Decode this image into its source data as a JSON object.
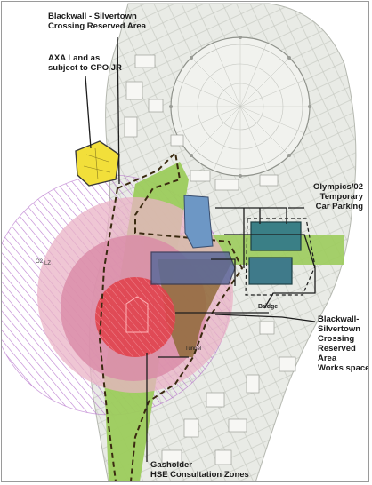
{
  "labels": {
    "crossing_reserved": [
      "Blackwall - Silvertown",
      "Crossing Reserved Area"
    ],
    "axa_land": [
      "AXA Land as",
      "subject to CPO JR"
    ],
    "olympics": [
      "Olympics/02",
      "Temporary",
      "Car Parking"
    ],
    "works_space": [
      "Blackwall-",
      "Silvertown",
      "Crossing",
      "Reserved",
      "Area",
      "Works space"
    ],
    "gasholder": [
      "Gasholder",
      "HSE Consultation Zones"
    ],
    "bridge": "Bridge",
    "tunnel": "Tunnel",
    "code_o2": "O2",
    "code_lz": "LZ"
  },
  "colors": {
    "land": "#e9ebe6",
    "river": "#ffffff",
    "green_corridor": "#9ccc5c",
    "axa_yellow": "#f2df3a",
    "blue_parking": "#6d97c5",
    "teal_parking": "#3a7f86",
    "pink_outer": "#e9b3c6",
    "pink_mid": "#d98aa6",
    "red_inner": "#e0424d",
    "brown_works": "#8f6b3a",
    "hatch": "#b068c8"
  }
}
